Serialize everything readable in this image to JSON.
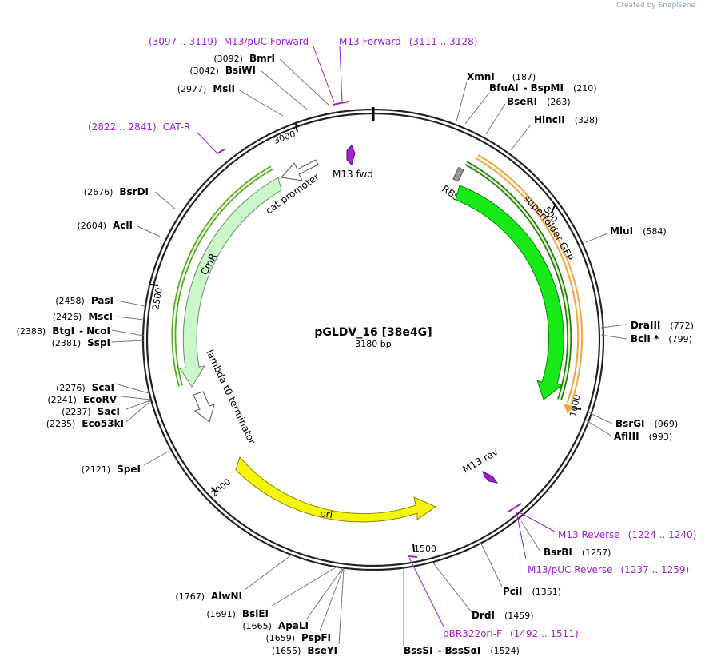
{
  "credit": {
    "prefix": "Created by",
    "brand": "SnapGene"
  },
  "plasmid": {
    "name": "pGLDV_16 [38e4G]",
    "length_label": "3180 bp",
    "length": 3180
  },
  "colors": {
    "primer": "#a21fd6",
    "gfp": "#17e817",
    "cmr": "#c9f7c9",
    "ori": "#f5f50a",
    "orange": "#f0a64a",
    "dark_green": "#2a7a10"
  },
  "ticks": [
    {
      "pos": 500,
      "label": "500"
    },
    {
      "pos": 1000,
      "label": "1000"
    },
    {
      "pos": 1500,
      "label": "1500"
    },
    {
      "pos": 2000,
      "label": "2000"
    },
    {
      "pos": 2500,
      "label": "2500"
    },
    {
      "pos": 3000,
      "label": "3000"
    }
  ],
  "enzymes": [
    {
      "name": "XmnI",
      "pos": "(187)"
    },
    {
      "name": "BfuAI",
      "sep": "-",
      "name2": "BspMI",
      "pos": "(210)"
    },
    {
      "name": "BseRI",
      "pos": "(263)"
    },
    {
      "name": "HincII",
      "pos": "(328)"
    },
    {
      "name": "MluI",
      "pos": "(584)"
    },
    {
      "name": "DraIII",
      "pos": "(772)"
    },
    {
      "name": "BclI *",
      "pos": "(799)"
    },
    {
      "name": "BsrGI",
      "pos": "(969)"
    },
    {
      "name": "AflIII",
      "pos": "(993)"
    },
    {
      "name": "BsrBI",
      "pos": "(1257)"
    },
    {
      "name": "PciI",
      "pos": "(1351)"
    },
    {
      "name": "DrdI",
      "pos": "(1459)"
    },
    {
      "name": "BssSI",
      "sep": "-",
      "name2": "BssSαI",
      "pos": "(1524)"
    },
    {
      "name": "BseYI",
      "pos": "(1655)"
    },
    {
      "name": "PspFI",
      "pos": "(1659)"
    },
    {
      "name": "ApaLI",
      "pos": "(1665)"
    },
    {
      "name": "BsiEI",
      "pos": "(1691)"
    },
    {
      "name": "AlwNI",
      "pos": "(1767)"
    },
    {
      "name": "SpeI",
      "pos": "(2121)"
    },
    {
      "name": "Eco53kI",
      "pos": "(2235)"
    },
    {
      "name": "SacI",
      "pos": "(2237)"
    },
    {
      "name": "EcoRV",
      "pos": "(2241)"
    },
    {
      "name": "ScaI",
      "pos": "(2276)"
    },
    {
      "name": "SspI",
      "pos": "(2381)"
    },
    {
      "name": "BtgI",
      "sep": "-",
      "name2": "NcoI",
      "pos": "(2388)"
    },
    {
      "name": "MscI",
      "pos": "(2426)"
    },
    {
      "name": "PasI",
      "pos": "(2458)"
    },
    {
      "name": "AclI",
      "pos": "(2604)"
    },
    {
      "name": "BsrDI",
      "pos": "(2676)"
    },
    {
      "name": "MslI",
      "pos": "(2977)"
    },
    {
      "name": "BsiWI",
      "pos": "(3042)"
    },
    {
      "name": "BmrI",
      "pos": "(3092)"
    }
  ],
  "primers": [
    {
      "name": "M13/pUC Forward",
      "range": "(3097 .. 3119)"
    },
    {
      "name": "M13 Forward",
      "range": "(3111 .. 3128)"
    },
    {
      "name": "CAT-R",
      "range": "(2822 .. 2841)"
    },
    {
      "name": "M13 Reverse",
      "range": "(1224 .. 1240)"
    },
    {
      "name": "M13/pUC Reverse",
      "range": "(1237 .. 1259)"
    },
    {
      "name": "pBR322ori-F",
      "range": "(1492 .. 1511)"
    }
  ],
  "features": {
    "m13_fwd": "M13 fwd",
    "m13_rev": "M13 rev",
    "rbs": "RBS",
    "gfp": "superfolder GFP",
    "ori": "ori",
    "cmr": "CmR",
    "cat_promoter": "cat promoter",
    "terminator": "lambda t0 terminator"
  }
}
